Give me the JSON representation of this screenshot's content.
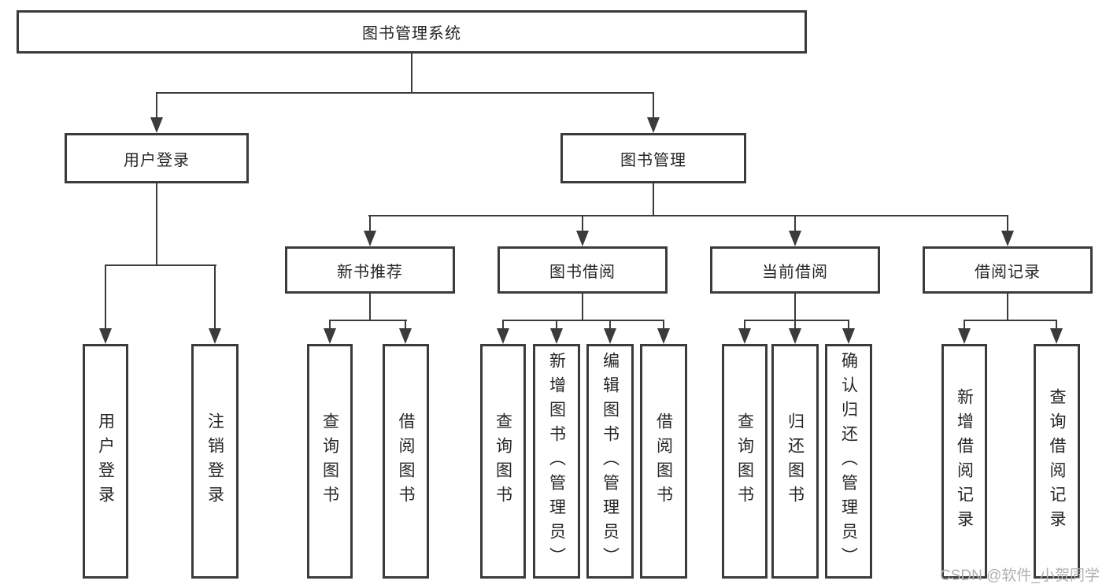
{
  "root": {
    "label": "图书管理系统"
  },
  "level2": {
    "user_login": {
      "label": "用户登录"
    },
    "book_mgmt": {
      "label": "图书管理"
    }
  },
  "level3": {
    "new_books": {
      "label": "新书推荐"
    },
    "book_borrow": {
      "label": "图书借阅"
    },
    "current_borrow": {
      "label": "当前借阅"
    },
    "borrow_records": {
      "label": "借阅记录"
    }
  },
  "leaves": {
    "user_login": [
      "用户登录",
      "注销登录"
    ],
    "new_books": [
      "查询图书",
      "借阅图书"
    ],
    "book_borrow": [
      "查询图书",
      "新增图书（管理员）",
      "编辑图书（管理员）",
      "借阅图书"
    ],
    "current_borrow": [
      "查询图书",
      "归还图书",
      "确认归还（管理员）"
    ],
    "borrow_records": [
      "新增借阅记录",
      "查询借阅记录"
    ]
  },
  "watermark": "CSDN @软件_小贺同学",
  "colors": {
    "line": "#3b3b3b",
    "text": "#262626",
    "watermark": "#b0b0b0",
    "background": "#ffffff"
  }
}
